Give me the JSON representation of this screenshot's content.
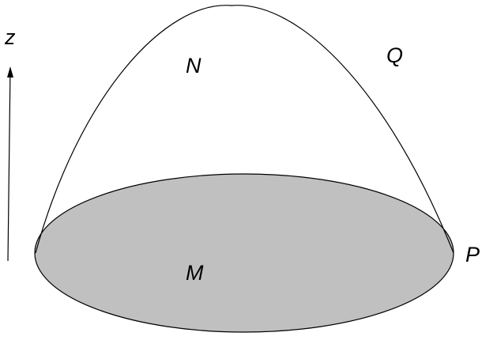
{
  "labels": {
    "axis": "z",
    "top": "N",
    "surface": "Q",
    "edge_point": "P",
    "base": "M"
  },
  "colors": {
    "base_fill": "#c0c0c0",
    "stroke": "#000000",
    "background": "#ffffff"
  }
}
